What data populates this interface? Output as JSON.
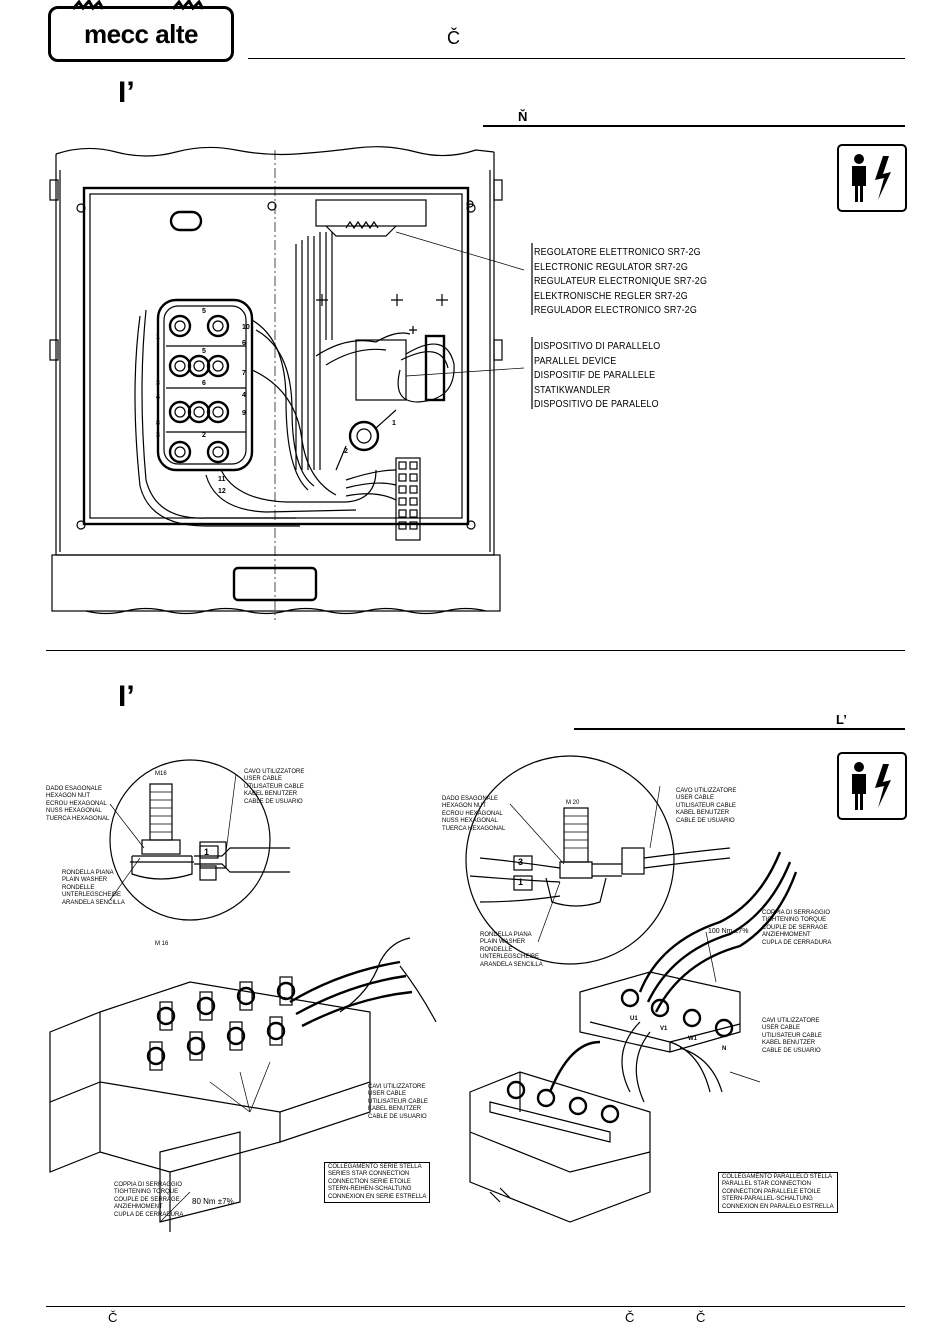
{
  "header": {
    "logo_text": "mecc alte",
    "glyph": "Č"
  },
  "section1": {
    "title": "I’",
    "subtitle_glyph": "Ň",
    "regulator_labels": [
      "REGOLATORE ELETTRONICO SR7-2G",
      "ELECTRONIC REGULATOR SR7-2G",
      "REGULATEUR ELECTRONIQUE SR7-2G",
      "ELEKTRONISCHE REGLER SR7-2G",
      "REGULADOR ELECTRONICO SR7-2G"
    ],
    "parallel_labels": [
      "DISPOSITIVO DI PARALLELO",
      "PARALLEL DEVICE",
      "DISPOSITIF DE PARALLELE",
      "STATIKWANDLER",
      "DISPOSITIVO DE PARALELO"
    ],
    "terminal_numbers": [
      "5",
      "10",
      "1",
      "6",
      "5",
      "6",
      "3",
      "7",
      "4",
      "4",
      "9",
      "8",
      "2",
      "3",
      "11",
      "12",
      "2",
      "1"
    ],
    "icon": "electrical-hazard-person-icon"
  },
  "section2": {
    "title": "I’",
    "subtitle_glyph": "L’",
    "icon": "electrical-hazard-person-icon",
    "left": {
      "bolt_size": "M16",
      "bolt_size_lower": "M 16",
      "nut_labels": [
        "DADO ESAGONALE",
        "HEXAGON NUT",
        "ECROU HEXAGONAL",
        "NUSS HEXAGONAL",
        "TUERCA HEXAGONAL"
      ],
      "cable_labels": [
        "CAVO UTILIZZATORE",
        "USER CABLE",
        "UTILISATEUR CABLE",
        "KABEL BENUTZER",
        "CABLE DE USUARIO"
      ],
      "washer_labels": [
        "RONDELLA PIANA",
        "PLAIN WASHER",
        "RONDELLE",
        "UNTERLEGSCHEIBE",
        "ARANDELA SENCILLA"
      ],
      "users_cable_labels": [
        "CAVI UTILIZZATORE",
        "USER CABLE",
        "UTILISATEUR CABLE",
        "KABEL BENUTZER",
        "CABLE DE USUARIO"
      ],
      "connection_labels": [
        "COLLEGAMENTO SERIE STELLA",
        "SERIES STAR CONNECTION",
        "CONNECTION SERIE ETOILE",
        "STERN-REIHEN-SCHALTUNG",
        "CONNEXION EN SERIE ESTRELLA"
      ],
      "torque_labels": [
        "COPPIA DI SERRAGGIO",
        "TIGHTENING TORQUE",
        "COUPLE DE SERRAGE",
        "ANZIEHMOMENT",
        "CUPLA DE CERRADURA"
      ],
      "torque_value": "80 Nm ±7%",
      "tag": "1"
    },
    "right": {
      "bolt_size": "M 20",
      "nut_labels": [
        "DADO ESAGONALE",
        "HEXAGON NUT",
        "ECROU HEXAGONAL",
        "NUSS HEXAGONAL",
        "TUERCA HEXAGONAL"
      ],
      "cable_labels": [
        "CAVO UTILIZZATORE",
        "USER CABLE",
        "UTILISATEUR CABLE",
        "KABEL BENUTZER",
        "CABLE DE USUARIO"
      ],
      "washer_labels": [
        "RONDELLA PIANA",
        "PLAIN WASHER",
        "RONDELLE",
        "UNTERLEGSCHEIBE",
        "ARANDELA SENCILLA"
      ],
      "torque_labels": [
        "COPPIA DI SERRAGGIO",
        "TIGHTENING TORQUE",
        "COUPLE DE SERRAGE",
        "ANZIEHMOMENT",
        "CUPLA DE CERRADURA"
      ],
      "torque_value": "100 Nm ±7%",
      "users_cable_labels": [
        "CAVI UTILIZZATORE",
        "USER CABLE",
        "UTILISATEUR CABLE",
        "KABEL BENUTZER",
        "CABLE DE USUARIO"
      ],
      "connection_labels": [
        "COLLEGAMENTO PARALLELO STELLA",
        "PARALLEL STAR CONNECTION",
        "CONNECTION PARALLELE ETOILE",
        "STERN-PARALLEL-SCHALTUNG",
        "CONNEXION EN PARALELO ESTRELLA"
      ],
      "tags": [
        "3",
        "1"
      ],
      "terminal_marks": [
        "W1",
        "V1",
        "U1",
        "N"
      ]
    }
  },
  "footer": {
    "left_glyph": "Č",
    "right_glyph_1": "Č",
    "right_glyph_2": "Č"
  }
}
